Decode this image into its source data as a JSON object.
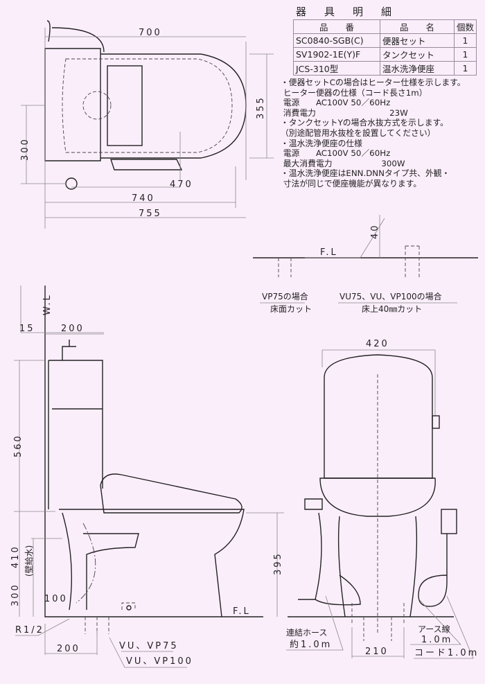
{
  "spec": {
    "title": "器具明細",
    "headers": [
      "品　　番",
      "品　　名",
      "個数"
    ],
    "rows": [
      {
        "code": "SC0840-SGB(C)",
        "name": "便器セット",
        "qty": "1"
      },
      {
        "code": "SV1902-1E(Y)F",
        "name": "タンクセット",
        "qty": "1"
      },
      {
        "code": "JCS-310型",
        "name": "温水洗浄便座",
        "qty": "1"
      }
    ],
    "notes": [
      "・便器セットCの場合はヒーター仕様を示します。",
      " ヒーター便器の仕様（コード長さ1m）",
      " 電源　　AC100V 50／60Hz",
      " 消費電力　　　　　　　　　23W",
      "・タンクセットYの場合水抜方式を示します。",
      "（別途配管用水抜栓を設置してください）",
      "・温水洗浄便座の仕様",
      " 電源　　AC100V 50／60Hz",
      " 最大消費電力　　　　　　300W",
      "・温水洗浄便座はENN.DNNタイプ共、外観・",
      " 寸法が同じで便座機能が異なります。"
    ]
  },
  "plan_view": {
    "dim_700": "700",
    "dim_355": "355",
    "dim_300": "300",
    "dim_470": "470",
    "dim_740": "740",
    "dim_755": "755"
  },
  "floor_detail": {
    "fl": "F.L",
    "dim_40": "40",
    "vp75_title": "VP75の場合",
    "vp75_sub": "床面カット",
    "vu_title": "VU75、VU、VP100の場合",
    "vu_sub": "床上40㎜カット"
  },
  "side_view": {
    "wl": "W.L",
    "dim_15": "15",
    "dim_200_top": "200",
    "dim_560": "560",
    "dim_410": "410",
    "wall_supply": "(壁給水)",
    "dim_300": "300",
    "dim_395": "395",
    "dim_100": "100",
    "fl": "F.L",
    "r_half": "R1/2",
    "dim_200_bottom": "200",
    "pipe1": "VU、VP75",
    "pipe2": "VU、VP100"
  },
  "front_view": {
    "dim_420": "420",
    "dim_210": "210",
    "hose": "連結ホース",
    "hose_len": "約1.0m",
    "earth": "アース線",
    "earth_len": "1.0m",
    "cord": "コード1.0m"
  }
}
